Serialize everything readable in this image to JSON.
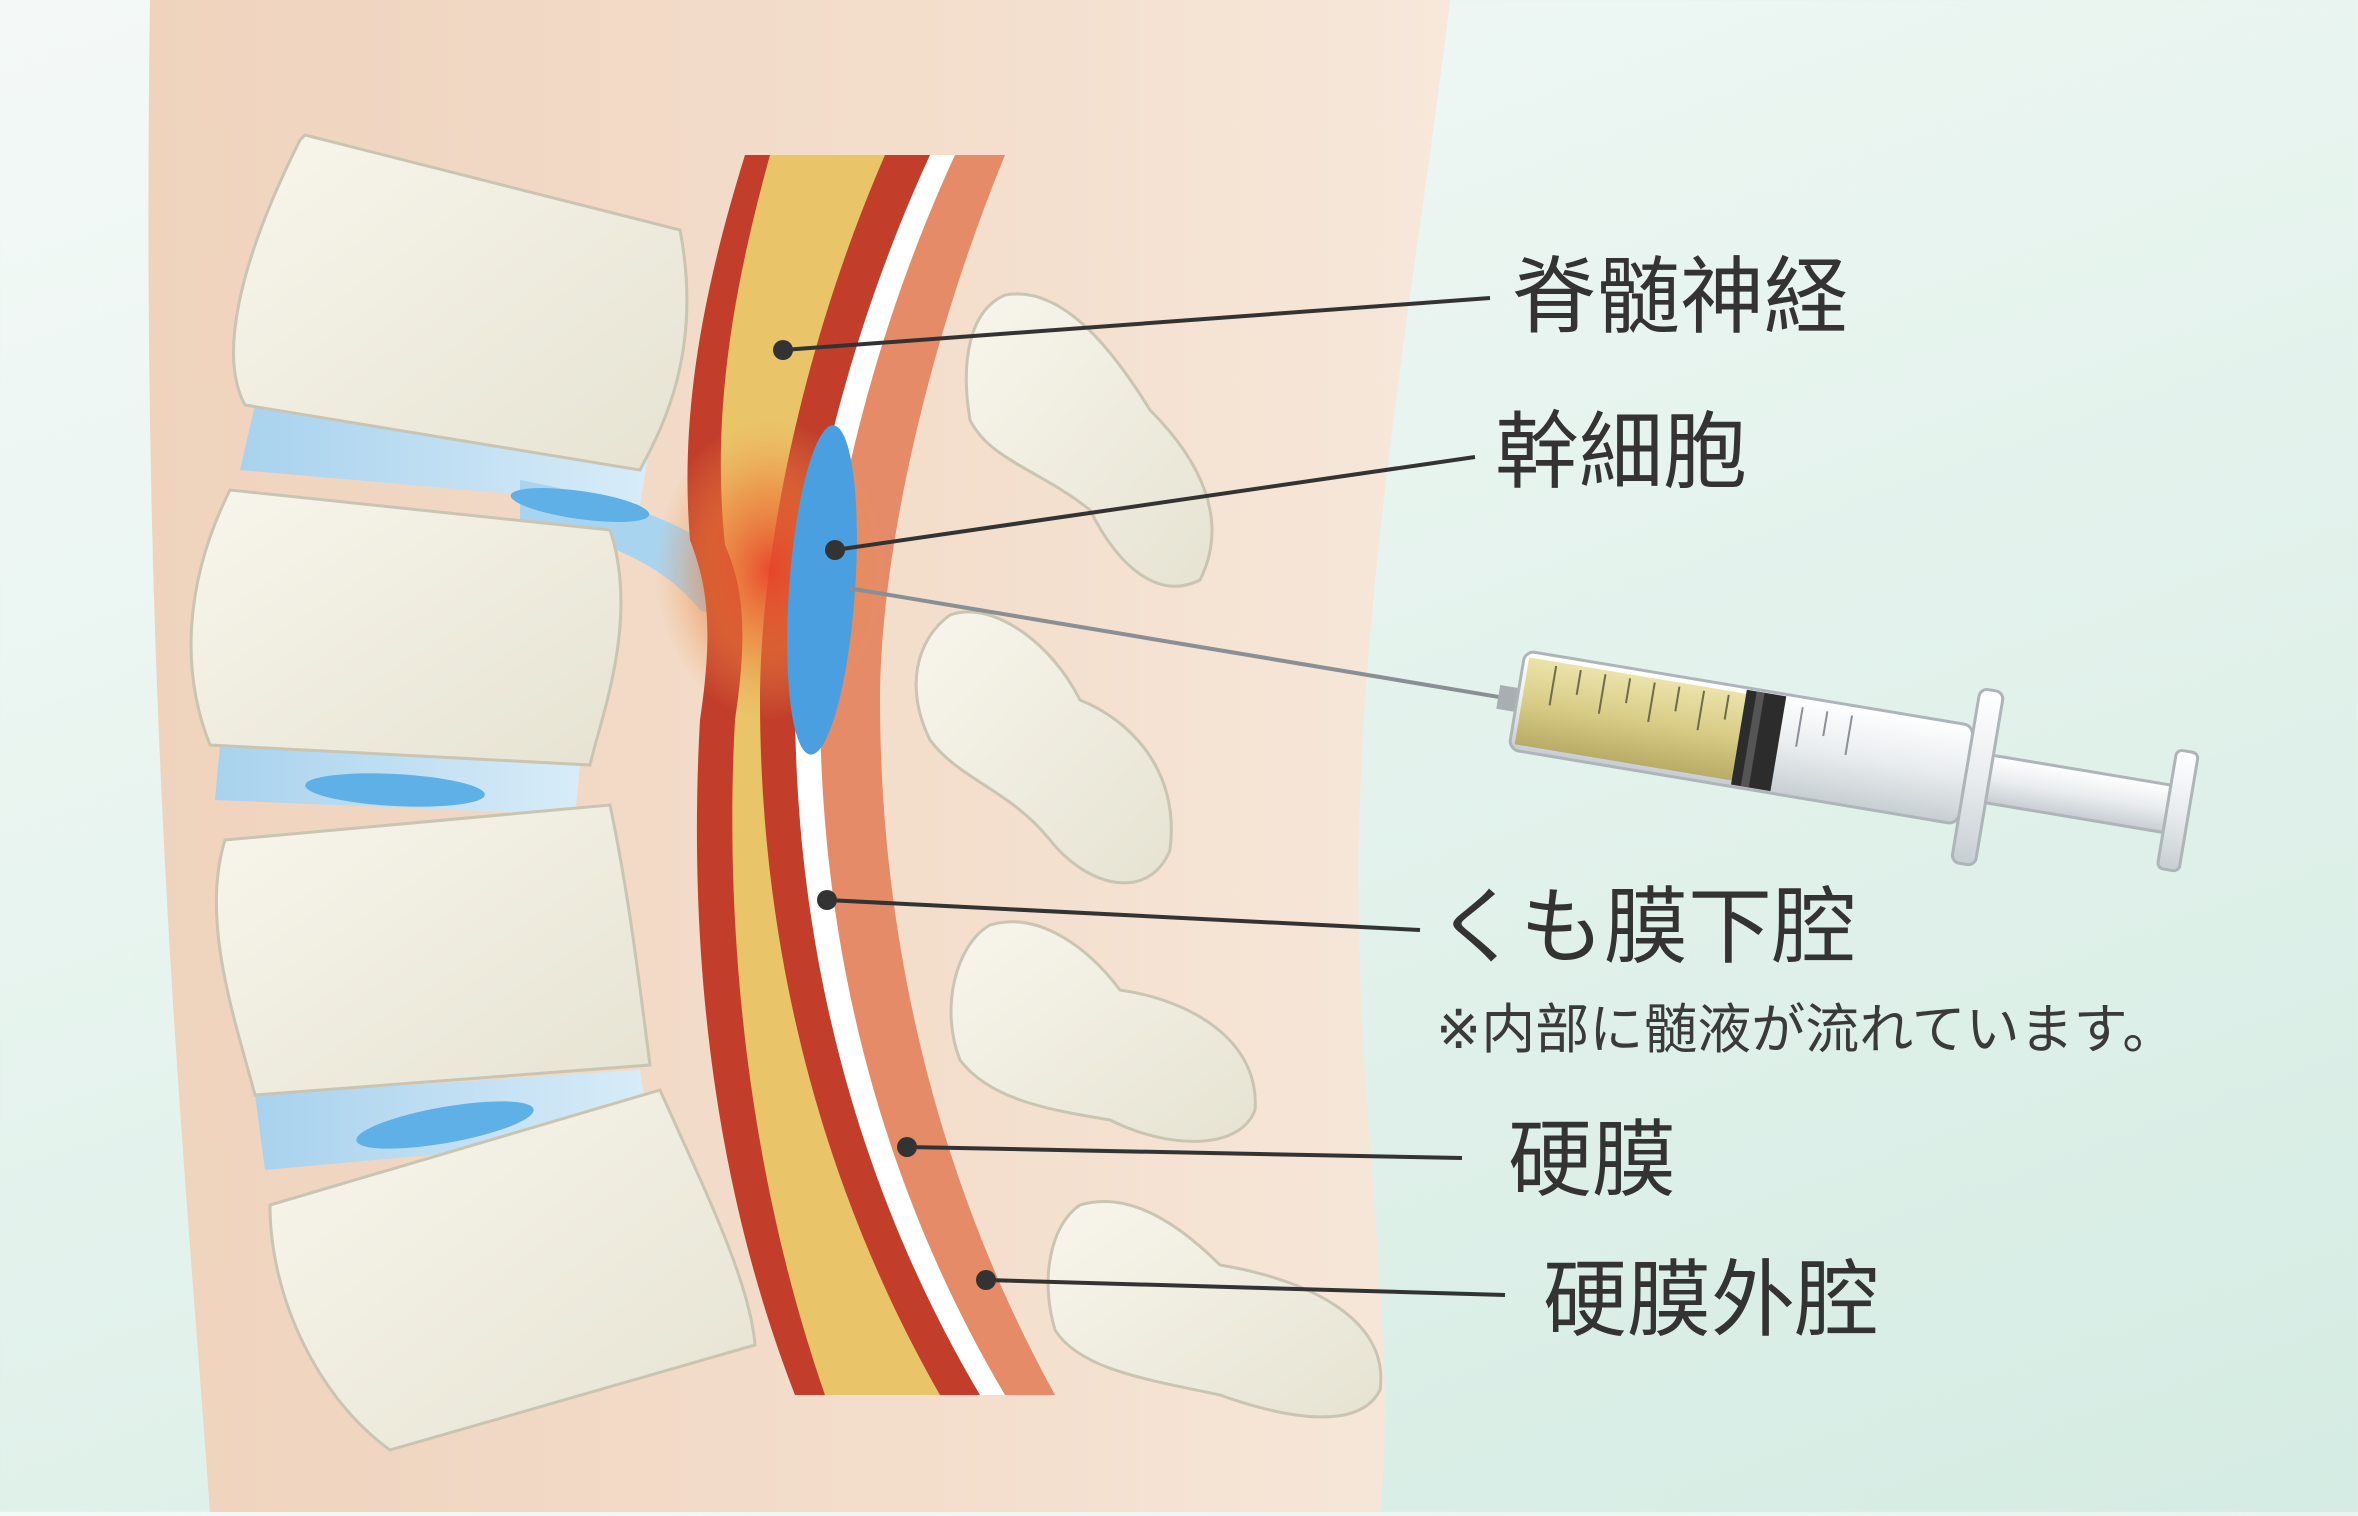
{
  "labels": {
    "spinal_cord": "脊髄神経",
    "stem_cells": "幹細胞",
    "subarachnoid_space": "くも膜下腔",
    "subarachnoid_note": "※内部に髄液が流れています。",
    "dura_mater": "硬膜",
    "epidural_space": "硬膜外腔"
  },
  "colors": {
    "skin": "#f2dac6",
    "bone": "#f2f0e4",
    "disc": "#b8dcf2",
    "spinal_cord": "#e9c266",
    "dura_red": "#c4402c",
    "epidural_orange": "#e08a66",
    "stem_cell_blue": "#4a9fe0",
    "inflammation": "#e8582a",
    "syringe_fluid": "#d9cf8c"
  },
  "icons": {
    "syringe": "syringe-icon"
  }
}
